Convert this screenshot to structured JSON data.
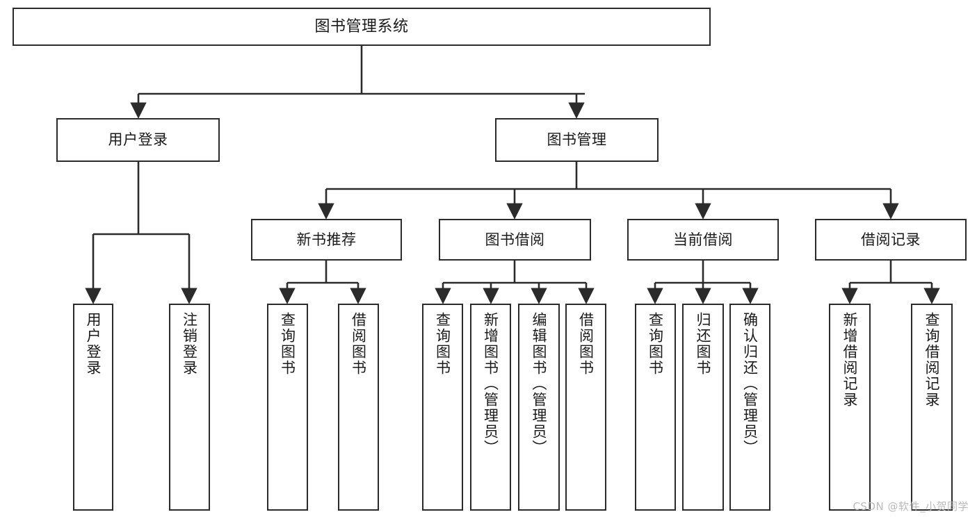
{
  "diagram": {
    "title": "图书管理系统",
    "type": "tree-hierarchy",
    "stroke_color": "#2b2b2b",
    "fill_color": "#ffffff",
    "text_color": "#1a1a1a"
  },
  "watermark": {
    "text": "CSDN @软件_小贺同学",
    "color": "#b9b9b9"
  },
  "nodes": {
    "root": {
      "label": "图书管理系统",
      "level": 0
    },
    "user_login": {
      "label": "用户登录",
      "level": 1
    },
    "book_manage": {
      "label": "图书管理",
      "level": 1
    },
    "new_book_rec": {
      "label": "新书推荐",
      "level": 2
    },
    "book_borrow": {
      "label": "图书借阅",
      "level": 2
    },
    "current_borrow": {
      "label": "当前借阅",
      "level": 2
    },
    "borrow_record": {
      "label": "借阅记录",
      "level": 2
    },
    "leaf_user_login": {
      "label": "用户登录",
      "level": 3
    },
    "leaf_logout": {
      "label": "注销登录",
      "level": 3
    },
    "leaf_query_book_1": {
      "label": "查询图书",
      "level": 3
    },
    "leaf_borrow_book_1": {
      "label": "借阅图书",
      "level": 3
    },
    "leaf_query_book_2": {
      "label": "查询图书",
      "level": 3
    },
    "leaf_add_book": {
      "label": "新增图书（管理员）",
      "level": 3
    },
    "leaf_edit_book": {
      "label": "编辑图书（管理员）",
      "level": 3
    },
    "leaf_borrow_book_2": {
      "label": "借阅图书",
      "level": 3
    },
    "leaf_query_book_3": {
      "label": "查询图书",
      "level": 3
    },
    "leaf_return_book": {
      "label": "归还图书",
      "level": 3
    },
    "leaf_confirm_return": {
      "label": "确认归还（管理员）",
      "level": 3
    },
    "leaf_add_record": {
      "label": "新增借阅记录",
      "level": 3
    },
    "leaf_query_record": {
      "label": "查询借阅记录",
      "level": 3
    }
  }
}
